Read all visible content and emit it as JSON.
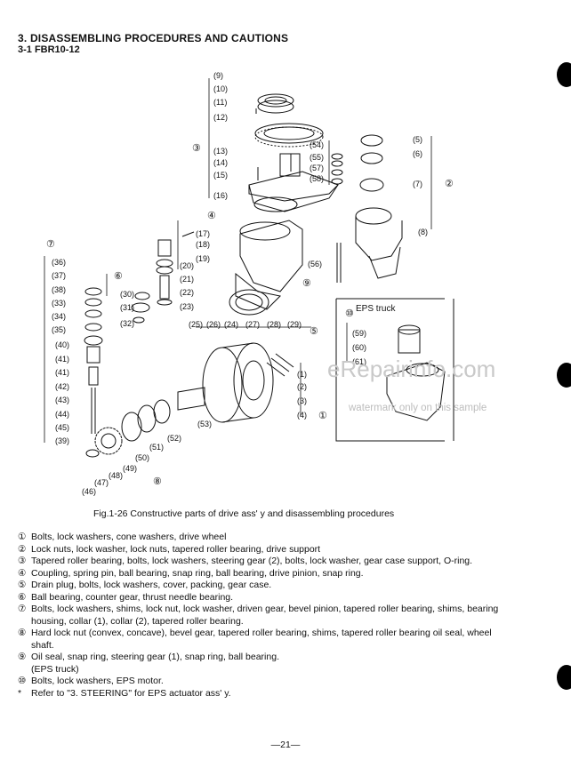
{
  "heading": "3. DISASSEMBLING PROCEDURES AND CAUTIONS",
  "subheading": "3-1 FBR10-12",
  "diagram": {
    "group_markers": [
      "③",
      "④",
      "⑥",
      "⑦",
      "⑤",
      "⑨",
      "⑧",
      "①",
      "②",
      "⑩"
    ],
    "part_numbers": [
      "(9)",
      "(10)",
      "(11)",
      "(12)",
      "(13)",
      "(14)",
      "(15)",
      "(16)",
      "(17)",
      "(18)",
      "(19)",
      "(20)",
      "(21)",
      "(22)",
      "(23)",
      "(25)",
      "(26)",
      "(24)",
      "(27)",
      "(28)",
      "(29)",
      "(30)",
      "(31)",
      "(32)",
      "(36)",
      "(37)",
      "(38)",
      "(33)",
      "(34)",
      "(35)",
      "(40)",
      "(41)",
      "(41)",
      "(42)",
      "(43)",
      "(44)",
      "(45)",
      "(39)",
      "(46)",
      "(47)",
      "(48)",
      "(49)",
      "(50)",
      "(51)",
      "(52)",
      "(53)",
      "(54)",
      "(55)",
      "(57)",
      "(58)",
      "(56)",
      "(5)",
      "(6)",
      "(7)",
      "(8)",
      "(1)",
      "(2)",
      "(3)",
      "(4)",
      "(59)",
      "(60)",
      "(61)"
    ],
    "eps_box_label": "EPS truck"
  },
  "watermark": {
    "site": "eRepairinfo.com",
    "note": "watermark only on this sample"
  },
  "caption": "Fig.1-26 Constructive parts of drive ass' y and disassembling procedures",
  "procedures": [
    {
      "marker": "①",
      "text": "Bolts, lock washers, cone washers, drive wheel"
    },
    {
      "marker": "②",
      "text": "Lock nuts, lock washer, lock nuts, tapered roller bearing, drive support"
    },
    {
      "marker": "③",
      "text": "Tapered roller bearing, bolts, lock washers, steering gear (2), bolts, lock washer, gear case support, O-ring."
    },
    {
      "marker": "④",
      "text": "Coupling, spring pin, ball bearing, snap ring, ball bearing, drive pinion, snap ring."
    },
    {
      "marker": "⑤",
      "text": "Drain plug, bolts, lock washers, cover, packing, gear case."
    },
    {
      "marker": "⑥",
      "text": "Ball bearing, counter gear, thrust needle bearing."
    },
    {
      "marker": "⑦",
      "text": "Bolts, lock washers, shims, lock nut, lock washer, driven gear, bevel pinion, tapered roller bearing, shims, bearing housing, collar (1), collar (2), tapered roller bearing."
    },
    {
      "marker": "⑧",
      "text": "Hard lock nut (convex, concave), bevel gear, tapered roller bearing, shims, tapered roller bearing oil seal, wheel shaft."
    },
    {
      "marker": "⑨",
      "text": "Oil seal, snap ring, steering gear (1), snap ring, ball bearing."
    },
    {
      "marker": "",
      "text": "(EPS truck)"
    },
    {
      "marker": "⑩",
      "text": "Bolts, lock washers, EPS motor."
    },
    {
      "marker": "*",
      "text": "Refer to \"3. STEERING\" for EPS actuator ass' y."
    }
  ],
  "page_number": "—21—"
}
